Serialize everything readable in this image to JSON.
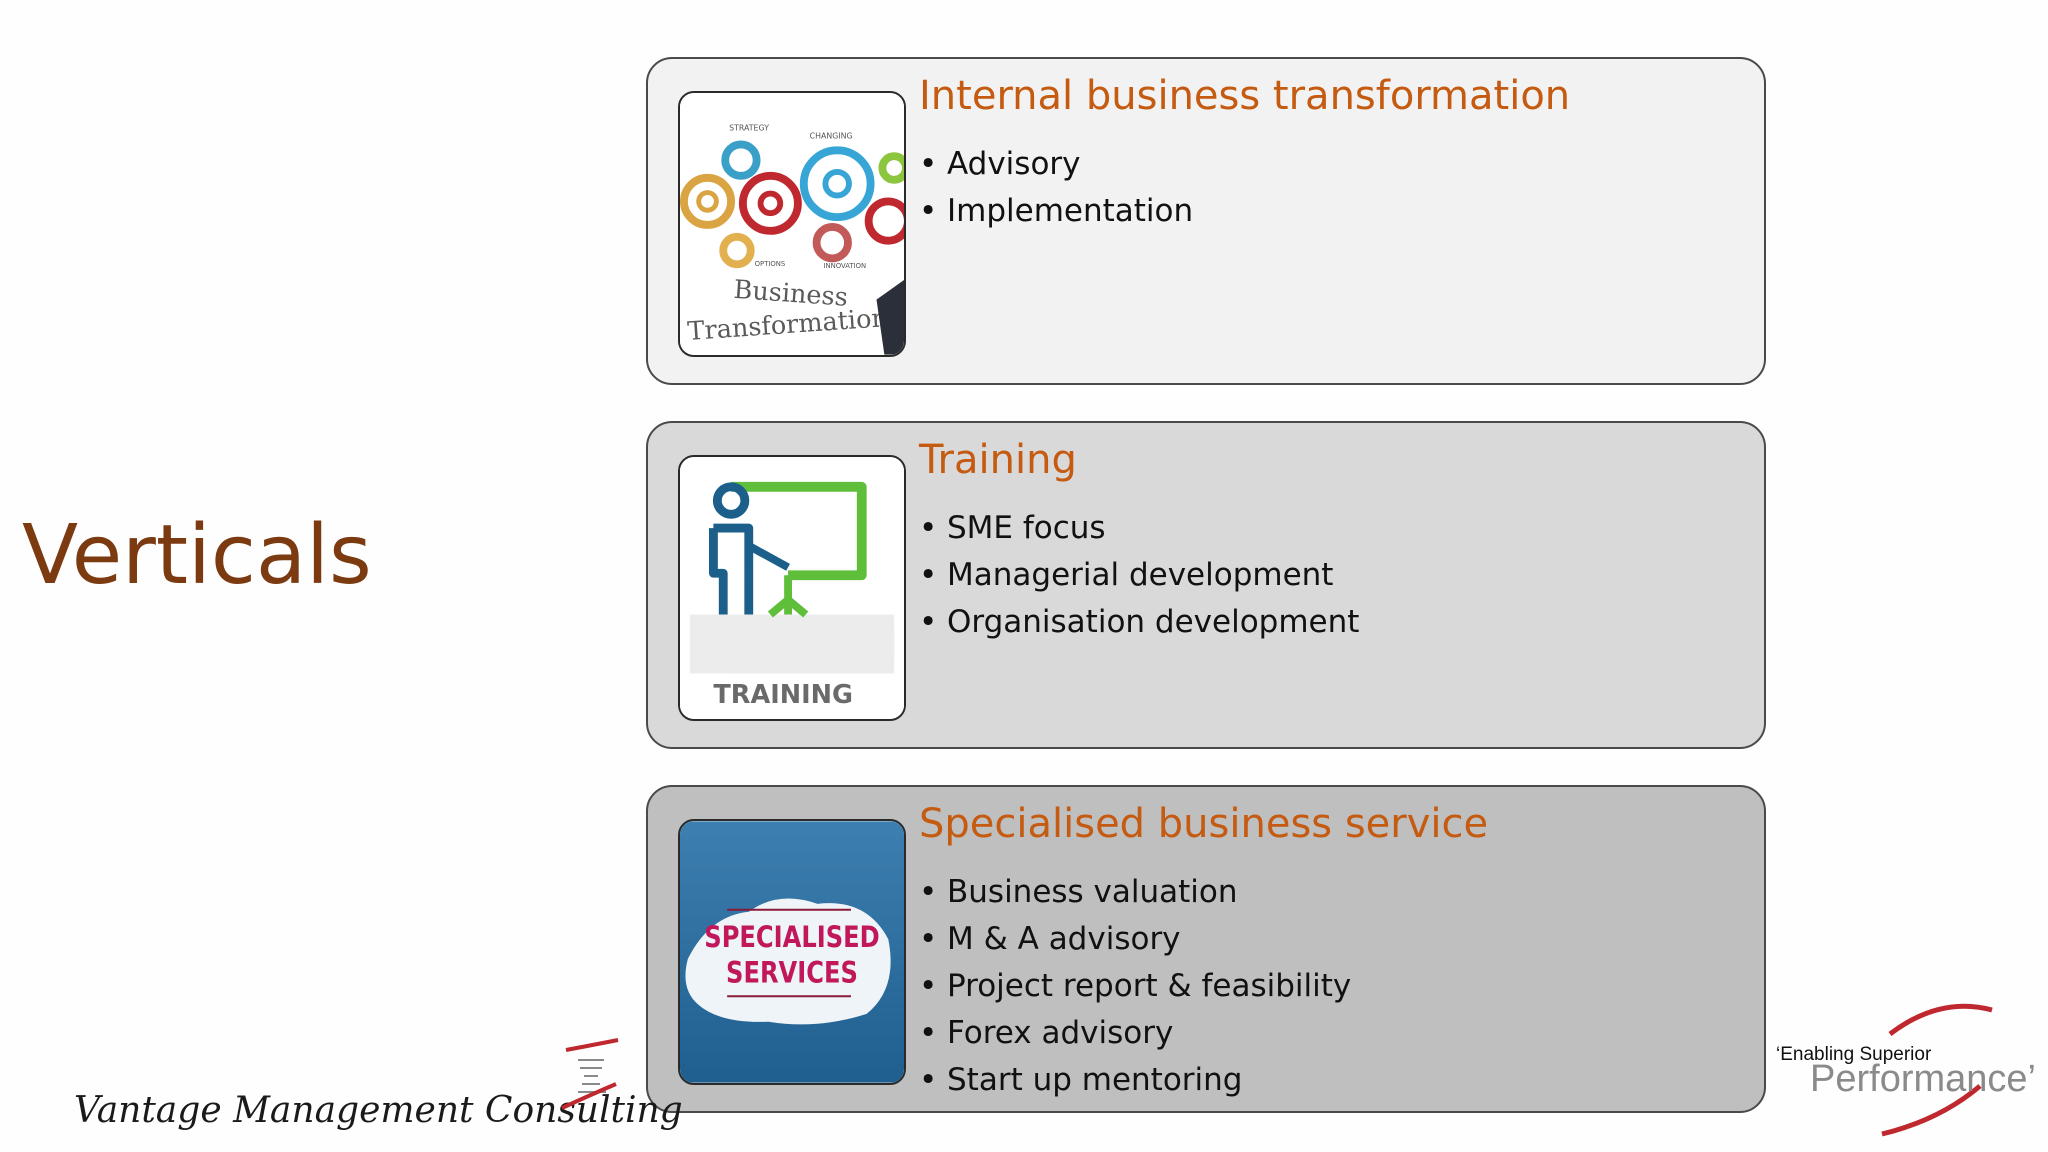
{
  "slide": {
    "title": "Verticals"
  },
  "colors": {
    "title": "#7b3a10",
    "heading": "#c55a11",
    "panel_1_bg": "#f2f2f2",
    "panel_2_bg": "#d9d9d9",
    "panel_3_bg": "#bfbfbf"
  },
  "panels": [
    {
      "heading": "Internal business transformation",
      "image_icon": "gears-business-transformation-icon",
      "image_caption": "Business Transformation",
      "bullets": [
        "Advisory",
        "Implementation"
      ]
    },
    {
      "heading": "Training",
      "image_icon": "presenter-board-training-icon",
      "image_caption": "TRAINING",
      "bullets": [
        "SME focus",
        "Managerial development",
        "Organisation development"
      ]
    },
    {
      "heading": "Specialised business service",
      "image_icon": "iceberg-specialised-services-icon",
      "image_caption": "SPECIALISED SERVICES",
      "bullets": [
        "Business valuation",
        "M & A advisory",
        "Project report & feasibility",
        "Forex advisory",
        "Start up mentoring"
      ]
    }
  ],
  "footer": {
    "company_logo_text": "Vantage Management Consulting",
    "tagline_small": "‘Enabling Superior",
    "tagline_big": "Performance’"
  }
}
